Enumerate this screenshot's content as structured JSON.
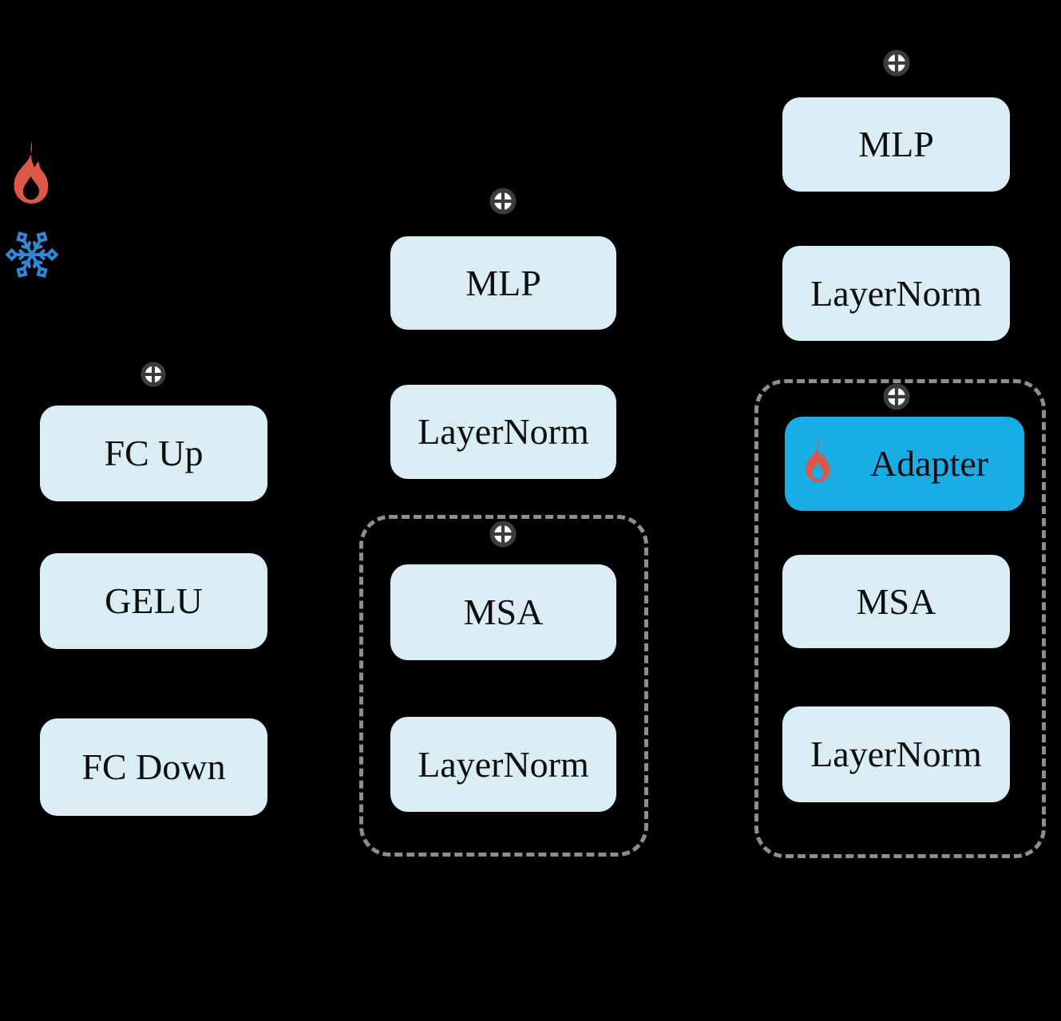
{
  "icons": {
    "trainable": "fire-icon",
    "frozen": "snowflake-icon",
    "residual_add": "circled-plus-icon"
  },
  "colors": {
    "background": "#000000",
    "box_fill": "#daedf4",
    "adapter_fill": "#1aace4",
    "flame_red": "#dc574a",
    "snowflake_blue": "#2f89d7",
    "dash_gray": "#8e8e8e",
    "plus_ring": "#3c3c3c",
    "text_color": "#0d0d0d"
  },
  "boxes": {
    "fc_up": "FC Up",
    "gelu": "GELU",
    "fc_down": "FC Down",
    "mlp_mid": "MLP",
    "layernorm_mid_top": "LayerNorm",
    "msa_mid": "MSA",
    "layernorm_mid_bottom": "LayerNorm",
    "mlp_right": "MLP",
    "layernorm_right_top": "LayerNorm",
    "adapter": "Adapter",
    "msa_right": "MSA",
    "layernorm_right_bottom": "LayerNorm"
  }
}
